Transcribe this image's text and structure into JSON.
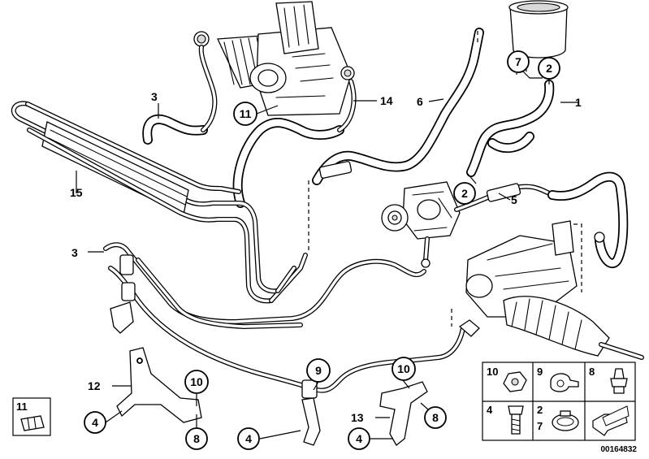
{
  "callouts": {
    "c1": "1",
    "c2_top": "2",
    "c2_pump": "2",
    "c3_upper": "3",
    "c3_lower": "3",
    "c4_a": "4",
    "c4_b": "4",
    "c4_c": "4",
    "c5": "5",
    "c6": "6",
    "c7": "7",
    "c8_a": "8",
    "c8_b": "8",
    "c9": "9",
    "c10_a": "10",
    "c10_b": "10",
    "c11": "11",
    "c11_box": "11",
    "c12": "12",
    "c13": "13",
    "c14": "14",
    "c15": "15"
  },
  "legend": {
    "n10": "10",
    "n9": "9",
    "n8": "8",
    "n4": "4",
    "n2": "2",
    "n7": "7"
  },
  "reference_number": "00164832"
}
